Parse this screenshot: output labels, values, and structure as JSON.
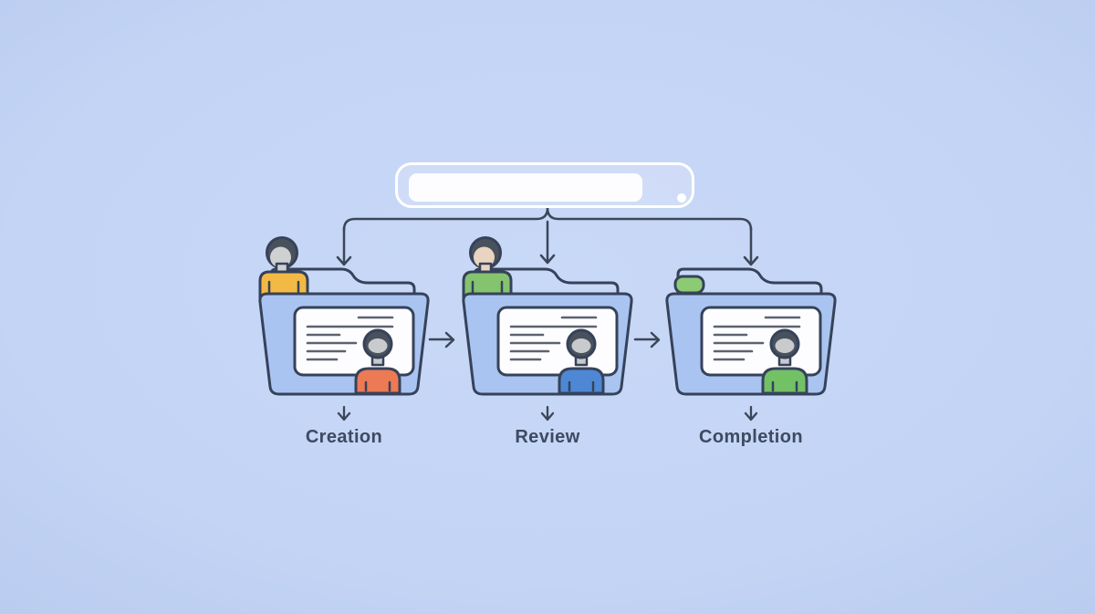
{
  "palette": {
    "background": "#c3d4f5",
    "outline": "#36425a",
    "line": "#3b4758",
    "folder_front": "#a9c4f0",
    "folder_back": "#c8d9f8",
    "card": "#fdfdff",
    "card_line": "#5c6370",
    "hair": "#49515c",
    "face_gray": "#c8cacd",
    "label_text": "#3e4a62",
    "bar_border": "#ffffff",
    "bar_field": "#fdfdff"
  },
  "topbar": {
    "field_value": ""
  },
  "stages": [
    {
      "id": "creation",
      "label": "Creation",
      "behind_person": {
        "present": true,
        "shirt": "#f2b945",
        "face": "#cfd0d2"
      },
      "card_person": {
        "shirt": "#ec7a55"
      }
    },
    {
      "id": "review",
      "label": "Review",
      "behind_person": {
        "present": true,
        "shirt": "#85c46e",
        "face": "#e8d4c0"
      },
      "card_person": {
        "shirt": "#4e88d5"
      }
    },
    {
      "id": "completion",
      "label": "Completion",
      "behind_person": {
        "present": false
      },
      "tag_color": "#8cca74",
      "card_person": {
        "shirt": "#72c165"
      }
    }
  ]
}
